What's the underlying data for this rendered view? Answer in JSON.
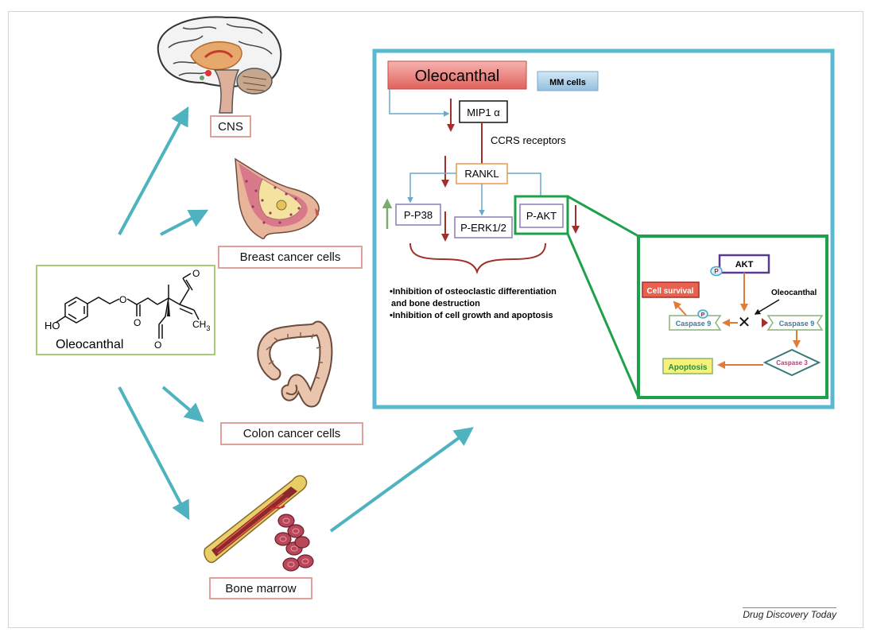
{
  "organs": {
    "cns": "CNS",
    "breast": "Breast cancer cells",
    "colon": "Colon cancer cells",
    "bone": "Bone marrow"
  },
  "compound": {
    "name": "Oleocanthal",
    "ho": "HO",
    "o": "O",
    "ch3": "CH",
    "ch3_sub": "3"
  },
  "pathway": {
    "title": "Oleocanthal",
    "cell_type": "MM cells",
    "mip1": "MIP1 α",
    "receptors": "CCRS receptors",
    "rankl": "RANKL",
    "pp38": "P-P38",
    "perk": "P-ERK1/2",
    "pakt": "P-AKT",
    "effect_1a": "•Inhibition of osteoclastic differentiation",
    "effect_1b": "and bone destruction",
    "effect_2": "•Inhibition of cell growth and apoptosis"
  },
  "akt_detail": {
    "akt": "AKT",
    "p": "P",
    "oleocanthal": "Oleocanthal",
    "cell_survival": "Cell survival",
    "caspase9_left": "Caspase 9",
    "caspase9_right": "Caspase 9",
    "caspase3": "Caspase 3",
    "apoptosis": "Apoptosis",
    "inhibit_mark": "✕"
  },
  "source": "Drug Discovery Today",
  "colors": {
    "teal_arrow": "#4fb3bf",
    "teal_frame": "#5ab8cf",
    "green_frame": "#1ea14a",
    "dark_red": "#a0302c",
    "orange": "#e07b39",
    "compound_border": "#a6cc7a",
    "organ_border": "#e2a09a"
  }
}
